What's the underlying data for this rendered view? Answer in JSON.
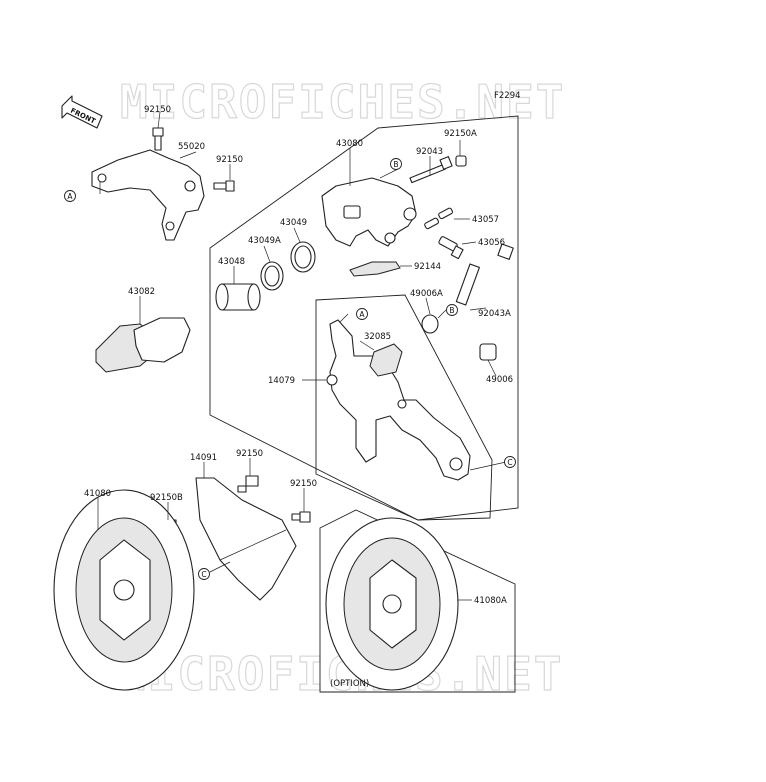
{
  "watermark": "MICROFICHES.NET",
  "figure_code": "F2294",
  "front_label": "FRONT",
  "option_label": "(OPTION)",
  "callouts": {
    "a": "A",
    "b": "B",
    "c": "C"
  },
  "parts": {
    "p43080": "43080",
    "p92150a": "92150A",
    "p92043": "92043",
    "p43057": "43057",
    "p43056": "43056",
    "p92144": "92144",
    "p43049": "43049",
    "p43049a": "43049A",
    "p43048": "43048",
    "p49006a": "49006A",
    "p92043a": "92043A",
    "p32085": "32085",
    "p14079": "14079",
    "p49006": "49006",
    "p92150_top": "92150",
    "p55020": "55020",
    "p92150_mid": "92150",
    "p43082": "43082",
    "p14091": "14091",
    "p92150_guard": "92150",
    "p92150_guard2": "92150",
    "p41080": "41080",
    "p92150b": "92150B",
    "p41080a": "41080A"
  }
}
